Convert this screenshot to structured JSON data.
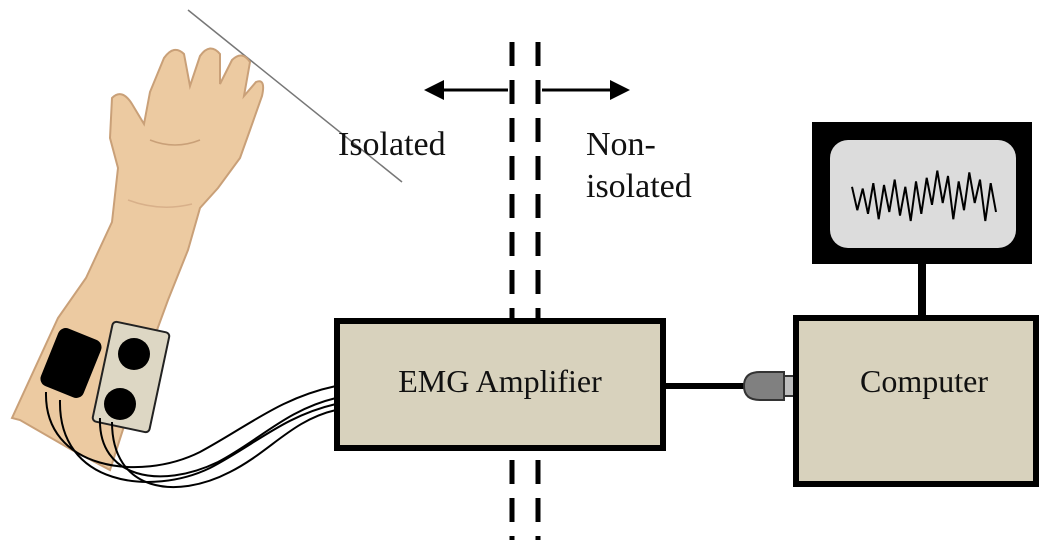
{
  "labels": {
    "isolated": "Isolated",
    "non_isolated_line1": "Non-",
    "non_isolated_line2": "isolated",
    "amplifier": "EMG Amplifier",
    "computer": "Computer"
  },
  "icons": {
    "arm": "arm-with-electrodes-icon",
    "monitor": "monitor-icon",
    "emg_signal": "emg-waveform-icon",
    "connector": "usb-plug-icon"
  },
  "colors": {
    "box_fill": "#d8d2bd",
    "screen_fill": "#dcdcdc",
    "line": "#000000",
    "skin": "#eccaa1"
  }
}
